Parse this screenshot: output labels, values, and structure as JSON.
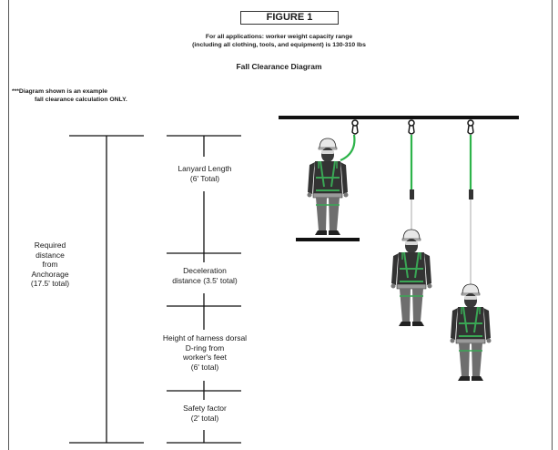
{
  "figure_label": "FIGURE 1",
  "capacity_line1": "For all applications: worker weight capacity range",
  "capacity_line2": "(including all clothing, tools, and equipment) is 130-310 lbs",
  "diagram_title": "Fall Clearance Diagram",
  "disclaimer_line1": "***Diagram shown is an example",
  "disclaimer_line2": "fall clearance calculation ONLY.",
  "required": {
    "line1": "Required",
    "line2": "distance",
    "line3": "from",
    "line4": "Anchorage",
    "line5": "(17.5' total)"
  },
  "segments": [
    {
      "line1": "Lanyard Length",
      "line2": "(6' Total)"
    },
    {
      "line1": "Deceleration",
      "line2": "distance (3.5' total)"
    },
    {
      "line1": "Height of harness dorsal",
      "line2": "D-ring from",
      "line3": "worker's feet",
      "line4": "(6' total)"
    },
    {
      "line1": "Safety factor",
      "line2": "(2' total)"
    }
  ],
  "colors": {
    "lanyard_green": "#2db34a",
    "harness_green": "#3aa655",
    "clothing_dark": "#333333",
    "pants_gray": "#6e6e6e",
    "beam_black": "#111111"
  }
}
